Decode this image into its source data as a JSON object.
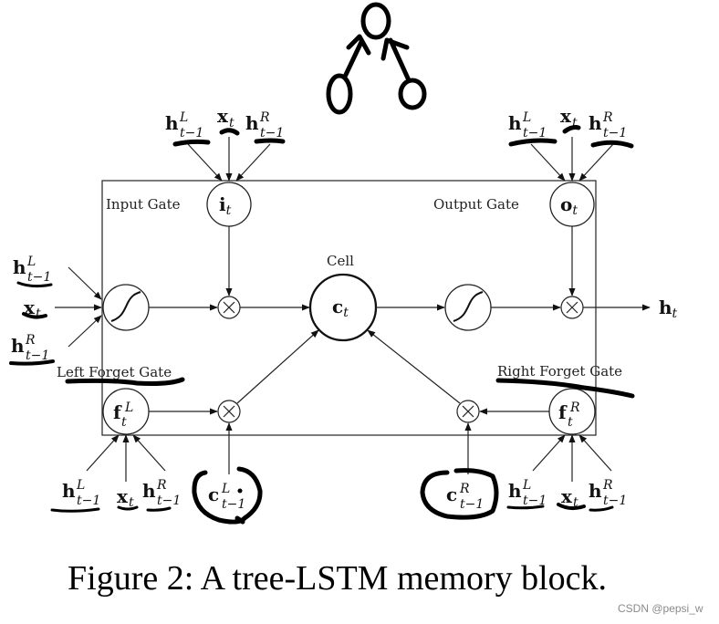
{
  "diagram": {
    "title": "tree-LSTM memory block",
    "gates": {
      "input": {
        "label": "Input Gate",
        "node": "i",
        "sub": "t"
      },
      "output": {
        "label": "Output Gate",
        "node": "o",
        "sub": "t"
      },
      "left_forget": {
        "label": "Left Forget Gate",
        "node": "f",
        "sub": "t",
        "sup": "L"
      },
      "right_forget": {
        "label": "Right Forget Gate",
        "node": "f",
        "sub": "t",
        "sup": "R"
      }
    },
    "cell": {
      "label": "Cell",
      "node": "c",
      "sub": "t"
    },
    "output_node": {
      "node": "h",
      "sub": "t"
    },
    "inputs": {
      "h_left": {
        "base": "h",
        "sub": "t−1",
        "sup": "L"
      },
      "x": {
        "base": "x",
        "sub": "t"
      },
      "h_right": {
        "base": "h",
        "sub": "t−1",
        "sup": "R"
      },
      "c_left": {
        "base": "c",
        "sub": "t−1",
        "sup": "L"
      },
      "c_right": {
        "base": "c",
        "sub": "t−1",
        "sup": "R"
      }
    },
    "operators": {
      "multiply": "×"
    }
  },
  "caption": "Figure 2: A tree-LSTM memory block.",
  "watermark": "CSDN @pepsi_w"
}
